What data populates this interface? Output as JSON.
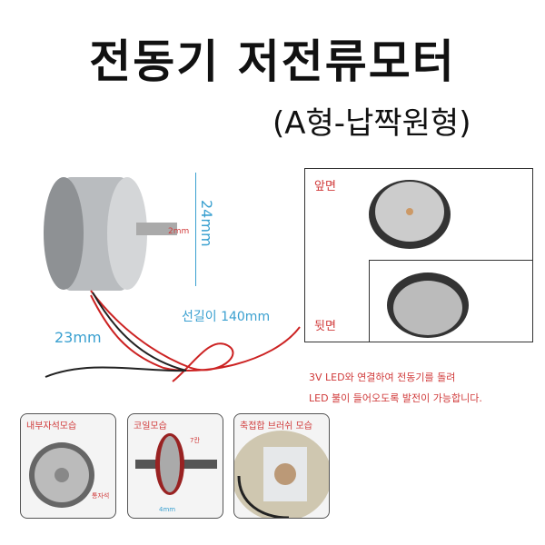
{
  "title": "전동기 저전류모터",
  "subtitle": "(A형-납짝원형)",
  "dimensions": {
    "diameter": "24mm",
    "depth": "23mm",
    "shaft": "2mm",
    "wire_label": "선길이 140mm"
  },
  "views": {
    "front": "앞면",
    "back": "뒷면"
  },
  "note": {
    "line1": "3V LED와 연결하여 전동기를 돌려",
    "line2": "LED 불이 들어오도록 발전이 가능합니다."
  },
  "details": [
    {
      "label": "내부자석모습",
      "annotation": "통자석"
    },
    {
      "label": "코일모습",
      "annotation": "7칸",
      "dimension": "4mm"
    },
    {
      "label": "축접합 브러쉬 모습"
    }
  ]
}
